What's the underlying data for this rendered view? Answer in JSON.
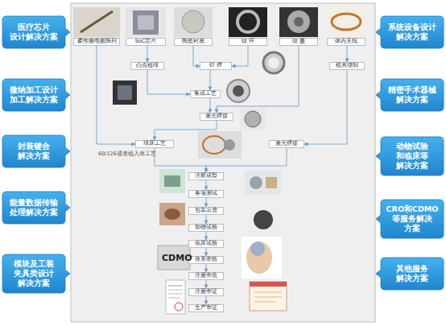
{
  "diagram": {
    "nodes": [
      {
        "text": [
          "医疗芯片 设计解决方案"
        ]
      },
      {
        "text": [
          "柔性微电极阵列"
        ]
      },
      {
        "text": [
          "SoC芯片"
        ]
      },
      {
        "text": [
          "陶瓷衬底"
        ]
      },
      {
        "text": [
          "钛 环"
        ]
      },
      {
        "text": [
          "钛 盖"
        ]
      },
      {
        "text": [
          "体内天线"
        ]
      },
      {
        "text": [
          "系统设备设计 解决方案"
        ]
      },
      {
        "text": [
          "凸点植球"
        ]
      },
      {
        "text": [
          "钎 焊"
        ]
      },
      {
        "text": [
          "模具绕制"
        ]
      },
      {
        "text": [
          "微纳加工设计 加工解决方案"
        ]
      },
      {
        "text": [
          "集成工艺"
        ]
      },
      {
        "text": [
          "精密手术器械 解决方案"
        ]
      },
      {
        "text": [
          "激光焊接"
        ]
      },
      {
        "text": [
          "封装键合 解决方案"
        ]
      },
      {
        "text": [
          "球床工艺"
        ]
      },
      {
        "text": [
          "激光焊接"
        ]
      },
      {
        "text": [
          "动物试验 和临床等 解决方案"
        ]
      },
      {
        "text": [
          "注胶成型"
        ]
      },
      {
        "text": [
          "各项测试"
        ]
      },
      {
        "text": [
          "能量数据传输 处理解决方案"
        ]
      },
      {
        "text": [
          "包装出货"
        ]
      },
      {
        "text": [
          "CRO和CDMO 等服务解决 方案"
        ]
      },
      {
        "text": [
          "动物试验"
        ]
      },
      {
        "text": [
          "临床试验"
        ]
      },
      {
        "text": [
          "体系审核"
        ]
      },
      {
        "text": [
          "模块及工装 夹具类设计 解决方案"
        ]
      },
      {
        "text": [
          "其他服务 解决方案"
        ]
      },
      {
        "text": [
          "注册审批"
        ]
      },
      {
        "text": [
          "注册审证"
        ]
      },
      {
        "text": [
          "生产审证"
        ]
      }
    ],
    "edges": [
      {
        "from": 1,
        "to": 16,
        "arrow": "to"
      },
      {
        "from": 2,
        "to": 8,
        "arrow": "to"
      },
      {
        "from": 3,
        "to": 9,
        "arrow": "to"
      },
      {
        "from": 4,
        "to": 9,
        "arrow": "to"
      },
      {
        "from": 5,
        "to": 14,
        "arrow": "to"
      },
      {
        "from": 6,
        "to": 10,
        "arrow": "to"
      },
      {
        "from": 8,
        "to": 12,
        "arrow": "to"
      },
      {
        "from": 9,
        "to": 12,
        "arrow": "to"
      },
      {
        "from": 12,
        "to": 14,
        "arrow": "to"
      },
      {
        "from": 14,
        "to": 16,
        "arrow": "to"
      },
      {
        "from": 10,
        "to": 17,
        "arrow": "to"
      },
      {
        "from": 16,
        "to": 19,
        "arrow": "to"
      },
      {
        "from": 17,
        "to": 19,
        "arrow": "to"
      },
      {
        "from": 19,
        "to": 20,
        "arrow": "to"
      },
      {
        "from": 20,
        "to": 22,
        "arrow": "to"
      },
      {
        "from": 22,
        "to": 24,
        "arrow": "to"
      },
      {
        "from": 24,
        "to": 25,
        "arrow": "to"
      },
      {
        "from": 25,
        "to": 26,
        "arrow": "to"
      },
      {
        "from": 26,
        "to": 29,
        "arrow": "to"
      },
      {
        "from": 29,
        "to": 30,
        "arrow": "to"
      },
      {
        "from": 30,
        "to": 31,
        "arrow": "to"
      }
    ],
    "labels": [
      "60/126通道植入体工艺",
      "CDMO"
    ]
  }
}
